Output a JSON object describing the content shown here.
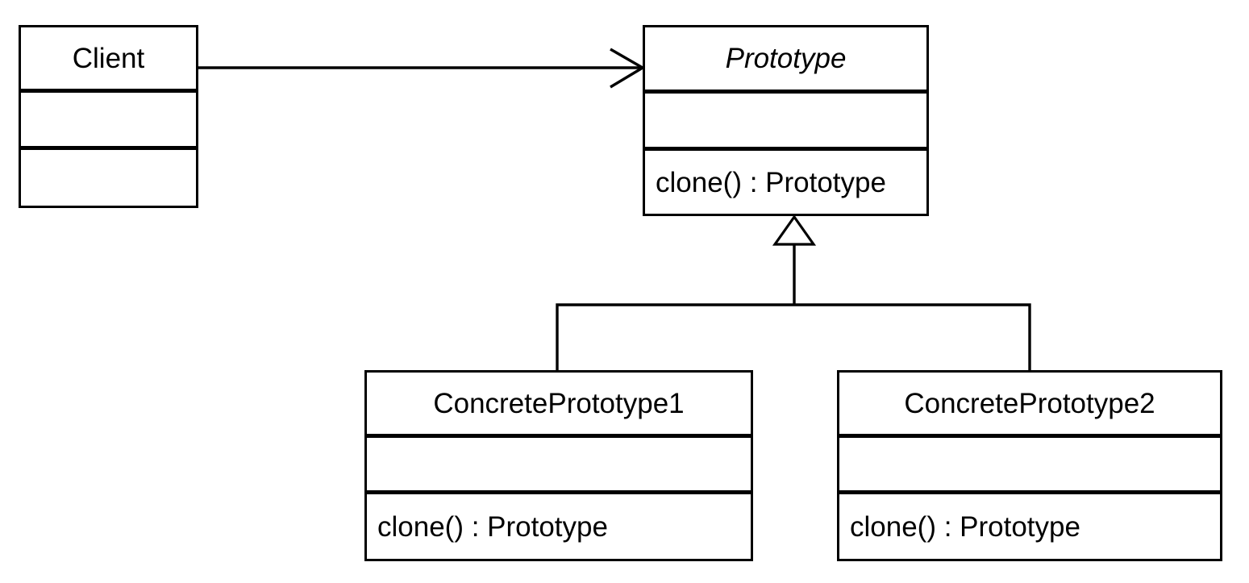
{
  "colors": {
    "ink": "#000000",
    "background": "#ffffff"
  },
  "classes": {
    "client": {
      "name": "Client",
      "abstract": false,
      "attributes": "",
      "operations": ""
    },
    "prototype": {
      "name": "Prototype",
      "abstract": true,
      "attributes": "",
      "operations": "clone() : Prototype"
    },
    "concrete_prototype_1": {
      "name": "ConcretePrototype1",
      "abstract": false,
      "attributes": "",
      "operations": "clone() : Prototype"
    },
    "concrete_prototype_2": {
      "name": "ConcretePrototype2",
      "abstract": false,
      "attributes": "",
      "operations": "clone() : Prototype"
    }
  },
  "relationships": [
    {
      "from": "Client",
      "to": "Prototype",
      "type": "association",
      "arrowhead": "open-arrow"
    },
    {
      "from": "ConcretePrototype1",
      "to": "Prototype",
      "type": "generalization",
      "arrowhead": "hollow-triangle"
    },
    {
      "from": "ConcretePrototype2",
      "to": "Prototype",
      "type": "generalization",
      "arrowhead": "hollow-triangle"
    }
  ]
}
